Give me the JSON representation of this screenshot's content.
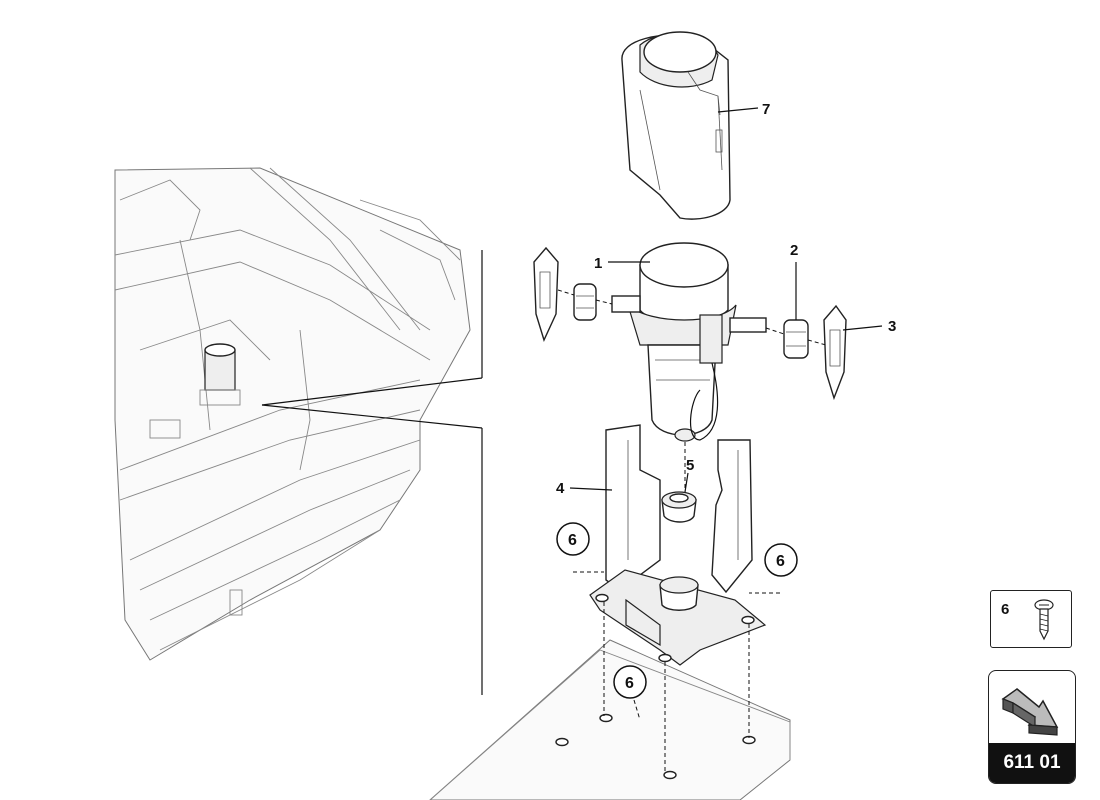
{
  "callouts": {
    "c1": "1",
    "c2": "2",
    "c3": "3",
    "c4": "4",
    "c5": "5",
    "c7": "7",
    "circle_left": "6",
    "circle_right": "6",
    "circle_bottom": "6"
  },
  "legend": {
    "number": "6",
    "icon": "screw-icon"
  },
  "page_tag": {
    "label": "611 01",
    "icon": "next-page-arrow-icon"
  }
}
